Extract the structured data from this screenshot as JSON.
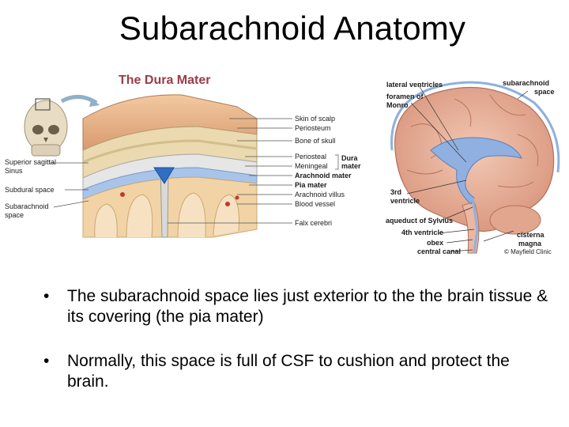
{
  "slide": {
    "title": "Subarachnoid Anatomy",
    "bullet_glyph": "•",
    "bullets": [
      "The subarachnoid space lies just exterior to the the brain tissue & its covering (the pia mater)",
      "Normally, this space is full of CSF to cushion and protect the brain."
    ]
  },
  "dura_figure": {
    "heading": "The Dura Mater",
    "left_labels": [
      "Superior sagittal",
      "Sinus",
      "Subdural space",
      "Subarachnoid",
      "space"
    ],
    "right_labels": [
      "Skin of scalp",
      "Periosteum",
      "Bone of skull",
      "Periosteal",
      "Meningeal",
      "Dura",
      "mater",
      "Arachnoid mater",
      "Pia mater",
      "Arachnoid villus",
      "Blood vessel",
      "Falx cerebri"
    ]
  },
  "brain_figure": {
    "labels": [
      "lateral ventricles",
      "foramen of",
      "Monro",
      "subarachnoid",
      "space",
      "3rd",
      "ventricle",
      "aqueduct of Sylvius",
      "4th ventricle",
      "obex",
      "central canal",
      "cisterna",
      "magna"
    ],
    "credit": "© Mayfield Clinic"
  },
  "colors": {
    "heading": "#9a3a4a",
    "csf_blue": "#8fb0e0",
    "brain_tissue": "#e8b4a0",
    "skull_tan": "#e8d8b0"
  }
}
